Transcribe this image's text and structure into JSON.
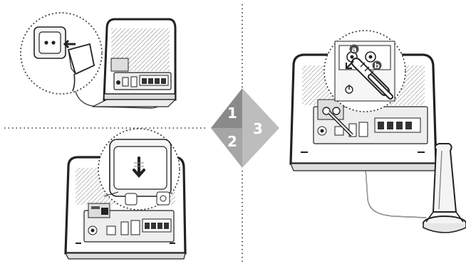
{
  "steps": {
    "one": "1",
    "two": "2",
    "three": "3"
  },
  "port_labels": {
    "a": "a",
    "b": "b"
  },
  "colors": {
    "line": "#2b2b2b",
    "device_fill": "#ffffff",
    "panel_fill": "#ececec",
    "badge_dark": "#8a8a8a",
    "badge_mid": "#a6a6a6",
    "badge_light": "#bdbdbd",
    "label_dark": "#4a4a4a"
  }
}
